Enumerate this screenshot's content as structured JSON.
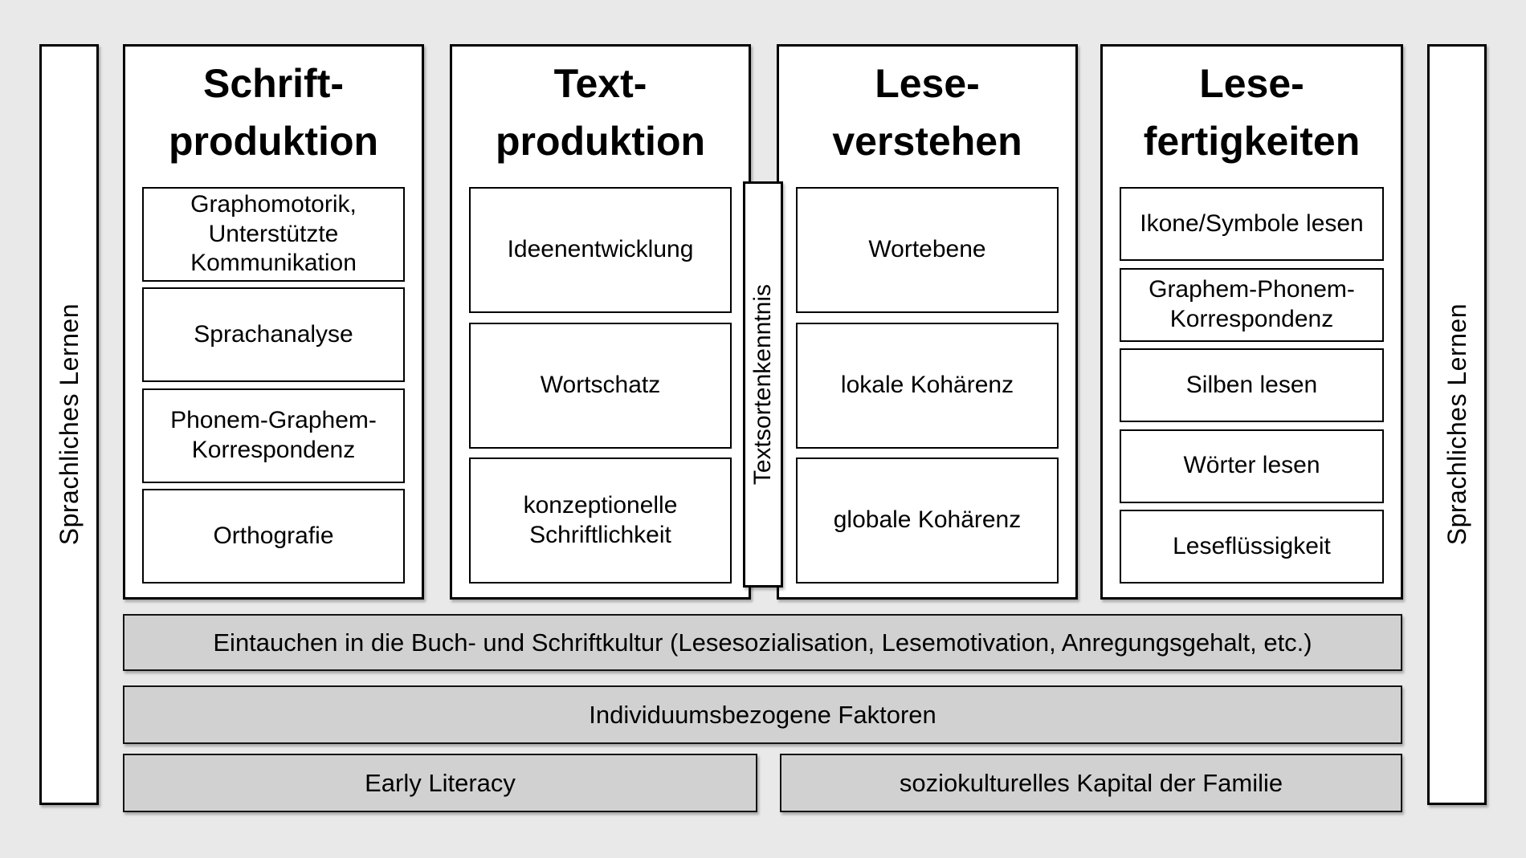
{
  "side_bars": {
    "left_label": "Sprachliches Lernen",
    "right_label": "Sprachliches Lernen"
  },
  "columns": [
    {
      "title": "Schrift-\nproduktion",
      "items": [
        {
          "label": "Graphomotorik,\nUnterstützte\nKommunikation"
        },
        {
          "label": "Sprachanalyse"
        },
        {
          "label": "Phonem-Graphem-\nKorrespondenz"
        },
        {
          "label": "Orthografie"
        }
      ]
    },
    {
      "title": "Text-\nproduktion",
      "items": [
        {
          "label": "Ideenentwicklung"
        },
        {
          "label": "Wortschatz"
        },
        {
          "label": "konzeptionelle\nSchriftlichkeit"
        }
      ]
    },
    {
      "title": "Lese-\nverstehen",
      "items": [
        {
          "label": "Wortebene"
        },
        {
          "label": "lokale Kohärenz"
        },
        {
          "label": "globale Kohärenz"
        }
      ]
    },
    {
      "title": "Lese-\nfertigkeiten",
      "items": [
        {
          "label": "Ikone/Symbole lesen"
        },
        {
          "label": "Graphem-Phonem-\nKorrespondenz"
        },
        {
          "label": "Silben lesen"
        },
        {
          "label": "Wörter lesen"
        },
        {
          "label": "Leseflüssigkeit"
        }
      ]
    }
  ],
  "divider": {
    "label": "Textsortenkenntnis"
  },
  "foundation_bars": [
    {
      "label": "Eintauchen in die Buch- und Schriftkultur (Lesesozialisation, Lesemotivation, Anregungsgehalt, etc.)"
    },
    {
      "label": "Individuumsbezogene Faktoren"
    }
  ],
  "base_row": [
    {
      "label": "Early Literacy"
    },
    {
      "label": "soziokulturelles Kapital der Familie"
    }
  ],
  "colors": {
    "background": "#e9e9e9",
    "box_fill": "#ffffff",
    "bar_fill": "#d1d1d1",
    "border": "#000000"
  }
}
